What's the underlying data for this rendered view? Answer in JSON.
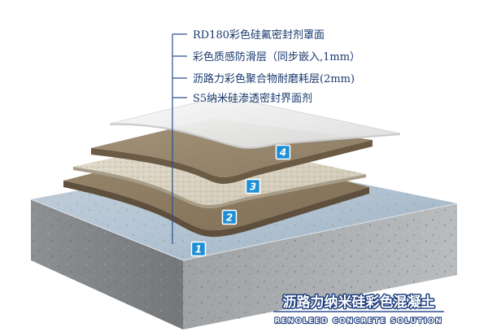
{
  "callouts": [
    {
      "text": "RD180彩色硅氟密封剂罩面"
    },
    {
      "text": "彩色质感防滑层（同步嵌入,1mm）"
    },
    {
      "text": "沥路力彩色聚合物耐磨耗层(2mm)"
    },
    {
      "text": "S5纳米硅渗透密封界面剂"
    }
  ],
  "badges": {
    "layer1": "1",
    "layer2": "2",
    "layer3": "3",
    "layer4": "4"
  },
  "title": "沥路力纳米硅彩色混凝土",
  "subtitle": "RENOLEED CONCRETE SOLUTION",
  "colors": {
    "callout_text": "#1a3a6e",
    "leader_line": "#2a4f8f",
    "badge": "#1e8fd5",
    "title_outline": "#1f3f7f"
  }
}
